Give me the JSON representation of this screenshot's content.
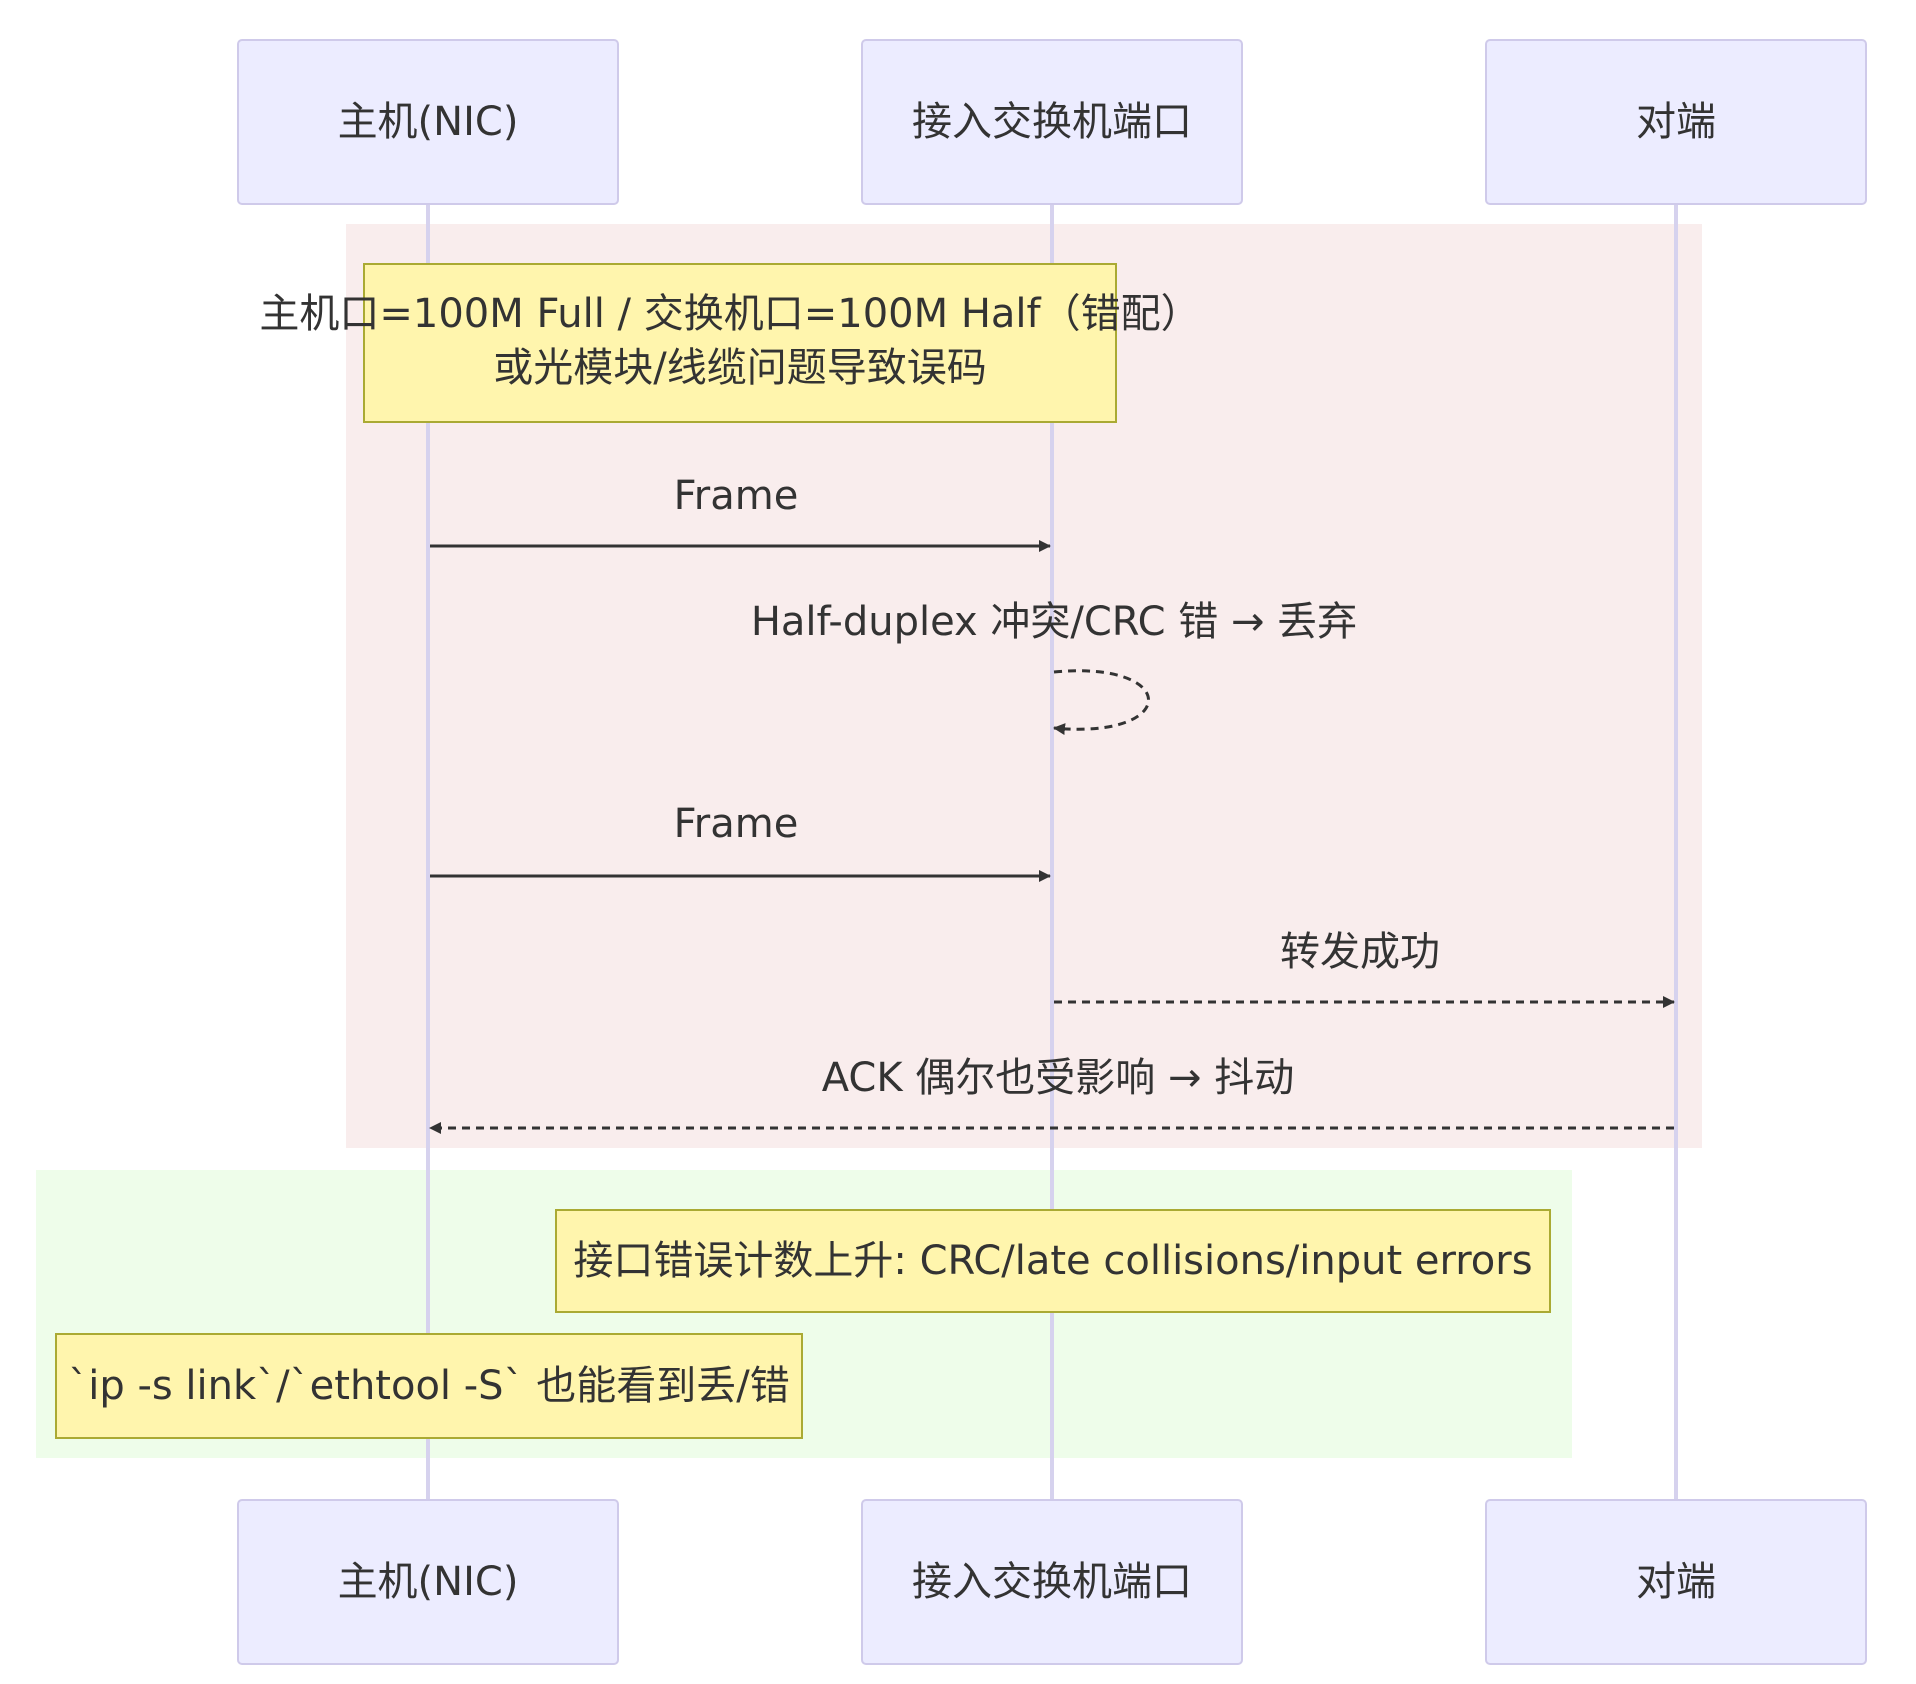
{
  "participants": [
    {
      "id": "host",
      "label": "主机(NIC)"
    },
    {
      "id": "switch",
      "label": "接入交换机端口"
    },
    {
      "id": "peer",
      "label": "对端"
    }
  ],
  "notes": {
    "mismatch_line1": "主机口=100M Full / 交换机口=100M Half（错配）",
    "mismatch_line2": "或光模块/线缆问题导致误码",
    "error_counters": "接口错误计数上升: CRC/late collisions/input errors",
    "host_tools": "`ip -s link`/`ethtool -S` 也能看到丢/错"
  },
  "messages": [
    {
      "id": "frame1",
      "from": "host",
      "to": "switch",
      "label": "Frame",
      "style": "solid"
    },
    {
      "id": "self_drop",
      "from": "switch",
      "to": "switch",
      "label": "Half-duplex 冲突/CRC 错 → 丢弃",
      "style": "dashed"
    },
    {
      "id": "frame2",
      "from": "host",
      "to": "switch",
      "label": "Frame",
      "style": "solid"
    },
    {
      "id": "forward",
      "from": "switch",
      "to": "peer",
      "label": "转发成功",
      "style": "dashed"
    },
    {
      "id": "ack",
      "from": "peer",
      "to": "host",
      "label": "ACK 偶尔也受影响 → 抖动",
      "style": "dashed"
    }
  ],
  "colors": {
    "actor_fill": "#ECECFF",
    "actor_border": "#CFCAEA",
    "lifeline": "#D6D2EE",
    "note_fill": "#FFF5AD",
    "note_border": "#AAAA33",
    "region_red": "#F9EDED",
    "region_green": "#EEFDEA",
    "arrow": "#333333"
  }
}
